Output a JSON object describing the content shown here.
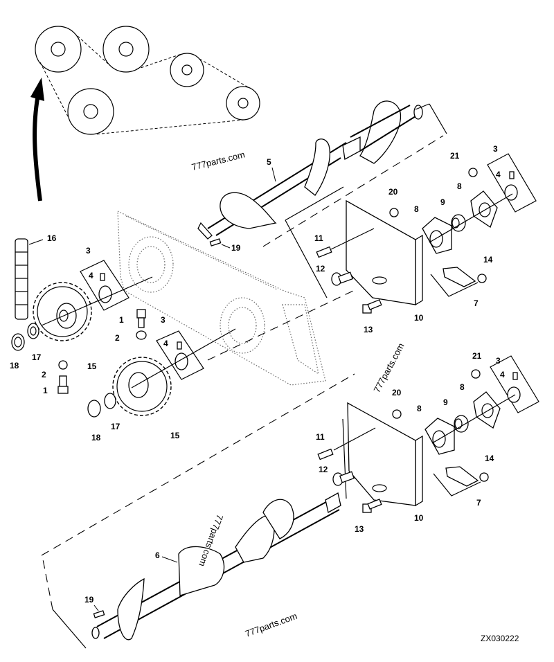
{
  "figure": {
    "drawing_code": "ZX030222",
    "watermarks": [
      "777parts.com",
      "777parts.com",
      "777parts.com",
      "777parts.com"
    ],
    "callouts": {
      "c1a": "1",
      "c1b": "1",
      "c2a": "2",
      "c2b": "2",
      "c3a": "3",
      "c3b": "3",
      "c3c": "3",
      "c3d": "3",
      "c4a": "4",
      "c4b": "4",
      "c4c": "4",
      "c4d": "4",
      "c5": "5",
      "c6": "6",
      "c7a": "7",
      "c7b": "7",
      "c8a": "8",
      "c8b": "8",
      "c8c": "8",
      "c8d": "8",
      "c9a": "9",
      "c9b": "9",
      "c10a": "10",
      "c10b": "10",
      "c11a": "11",
      "c11b": "11",
      "c12a": "12",
      "c12b": "12",
      "c13a": "13",
      "c13b": "13",
      "c14a": "14",
      "c14b": "14",
      "c15a": "15",
      "c15b": "15",
      "c16": "16",
      "c17a": "17",
      "c17b": "17",
      "c18a": "18",
      "c18b": "18",
      "c19a": "19",
      "c19b": "19",
      "c20a": "20",
      "c20b": "20",
      "c21a": "21",
      "c21b": "21"
    },
    "icons": {
      "rotation_arrow": "curved-arrow-up-icon",
      "belt_routing": "belt-pulley-diagram"
    },
    "colors": {
      "ink": "#000000",
      "background": "#ffffff",
      "hidden_lines": "#666666"
    }
  }
}
